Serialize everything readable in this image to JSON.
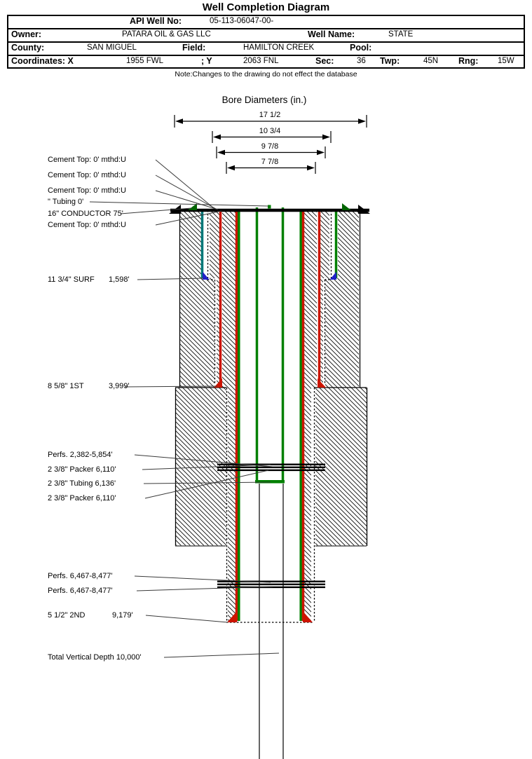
{
  "title": "Well Completion Diagram",
  "header": {
    "api_label": "API Well No:",
    "api_value": "05-113-06047-00-",
    "owner_label": "Owner:",
    "owner_value": "PATARA OIL & GAS LLC",
    "well_name_label": "Well Name:",
    "well_name_value": "STATE",
    "county_label": "County:",
    "county_value": "SAN MIGUEL",
    "field_label": "Field:",
    "field_value": "HAMILTON CREEK",
    "pool_label": "Pool:",
    "pool_value": "",
    "coords_label": "Coordinates: X",
    "coords_x_value": "1955 FWL",
    "coords_y_label": "; Y",
    "coords_y_value": "2063 FNL",
    "sec_label": "Sec:",
    "sec_value": "36",
    "twp_label": "Twp:",
    "twp_value": "45N",
    "rng_label": "Rng:",
    "rng_value": "15W"
  },
  "note": "Note:Changes to the drawing do not effect the database",
  "bore": {
    "title": "Bore Diameters (in.)",
    "d1": "17 1/2",
    "d2": "10 3/4",
    "d3": "9 7/8",
    "d4": "7 7/8"
  },
  "annotations": {
    "cement_top": "Cement Top: 0' mthd:U",
    "tubing_surface": "\" Tubing 0'",
    "conductor": "16\" CONDUCTOR  75'",
    "surf_name": "11 3/4\" SURF",
    "surf_depth": "1,598'",
    "first_name": "8 5/8\" 1ST",
    "first_depth": "3,999'",
    "perfs_upper": "Perfs. 2,382-5,854'",
    "packer_1": "2 3/8\" Packer 6,110'",
    "tubing": "2 3/8\" Tubing 6,136'",
    "packer_2": "2 3/8\" Packer 6,110'",
    "perfs_lower_1": "Perfs. 6,467-8,477'",
    "perfs_lower_2": "Perfs. 6,467-8,477'",
    "second_name": "5 1/2\" 2ND",
    "second_depth": "9,179'",
    "tvd": "Total Vertical Depth 10,000'"
  },
  "colors": {
    "casing_green": "#008000",
    "conductor_teal": "#007878",
    "cement_red": "#cc1400",
    "shoe_blue": "#2020c8"
  }
}
